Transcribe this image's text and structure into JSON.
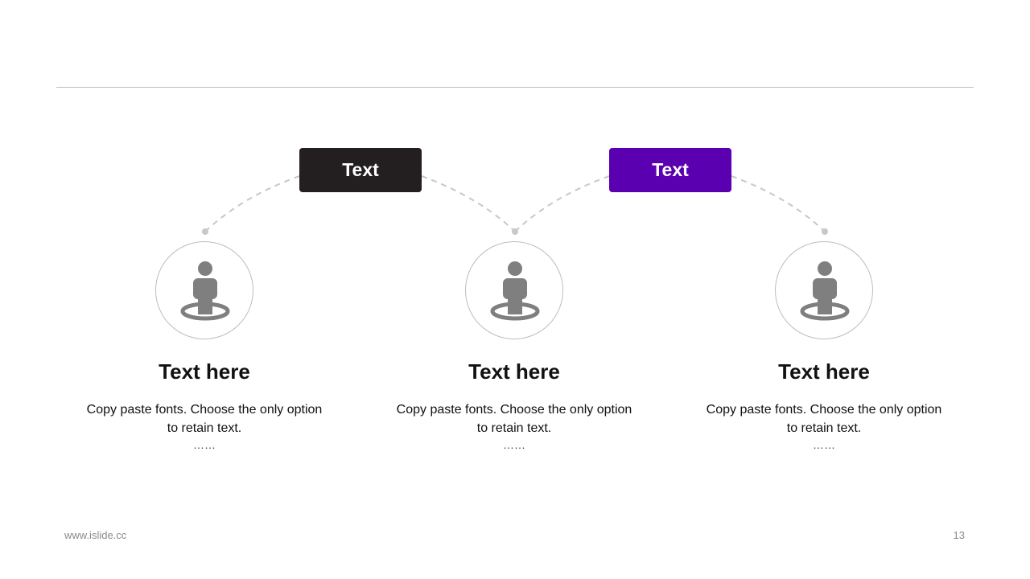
{
  "colors": {
    "tag_1": "#231f20",
    "tag_2": "#5b00b0",
    "icon": "#7f7f7f",
    "connector": "#c8c8c8"
  },
  "tags": [
    {
      "label": "Text"
    },
    {
      "label": "Text"
    }
  ],
  "columns": [
    {
      "icon": "person-on-target-icon",
      "title": "Text here",
      "desc_line1": "Copy paste fonts. Choose the only option",
      "desc_line2": "to retain text.",
      "more": "……"
    },
    {
      "icon": "person-on-target-icon",
      "title": "Text here",
      "desc_line1": "Copy paste fonts. Choose the only option",
      "desc_line2": "to retain text.",
      "more": "……"
    },
    {
      "icon": "person-on-target-icon",
      "title": "Text here",
      "desc_line1": "Copy paste fonts. Choose the only option",
      "desc_line2": "to retain text.",
      "more": "……"
    }
  ],
  "footer": {
    "url": "www.islide.cc",
    "page_number": "13"
  }
}
